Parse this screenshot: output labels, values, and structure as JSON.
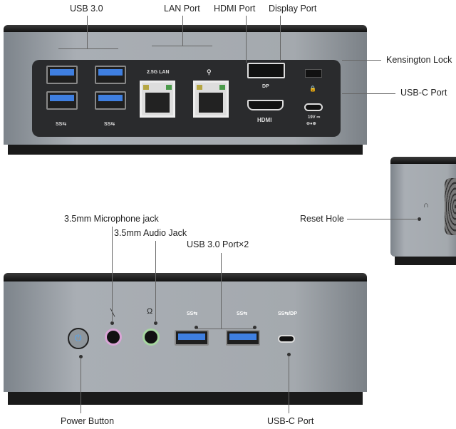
{
  "top_view": {
    "labels": {
      "usb": "USB 3.0",
      "lan": "LAN Port",
      "hdmi": "HDMI Port",
      "dp": "Display Port",
      "kensington": "Kensington Lock",
      "usbc": "USB-C Port"
    },
    "panel_text": {
      "usb_logo": "SS⇆",
      "lan_2_5g": "2.5G LAN",
      "lan_icon": "⚲",
      "dp": "DP",
      "hdmi": "HDMI",
      "power": "19V ⎓",
      "power_sym": "⊖●⊕",
      "lock": "🔒"
    }
  },
  "side_view": {
    "reset_label": "Reset Hole"
  },
  "front_view": {
    "labels": {
      "mic": "3.5mm Microphone jack",
      "audio": "3.5mm Audio Jack",
      "usb": "USB 3.0 Port×2",
      "power": "Power Button",
      "usbc": "USB-C Port"
    },
    "panel_text": {
      "usb_logo": "SS⇆",
      "usbc_logo": "SS⇆/DP"
    }
  }
}
